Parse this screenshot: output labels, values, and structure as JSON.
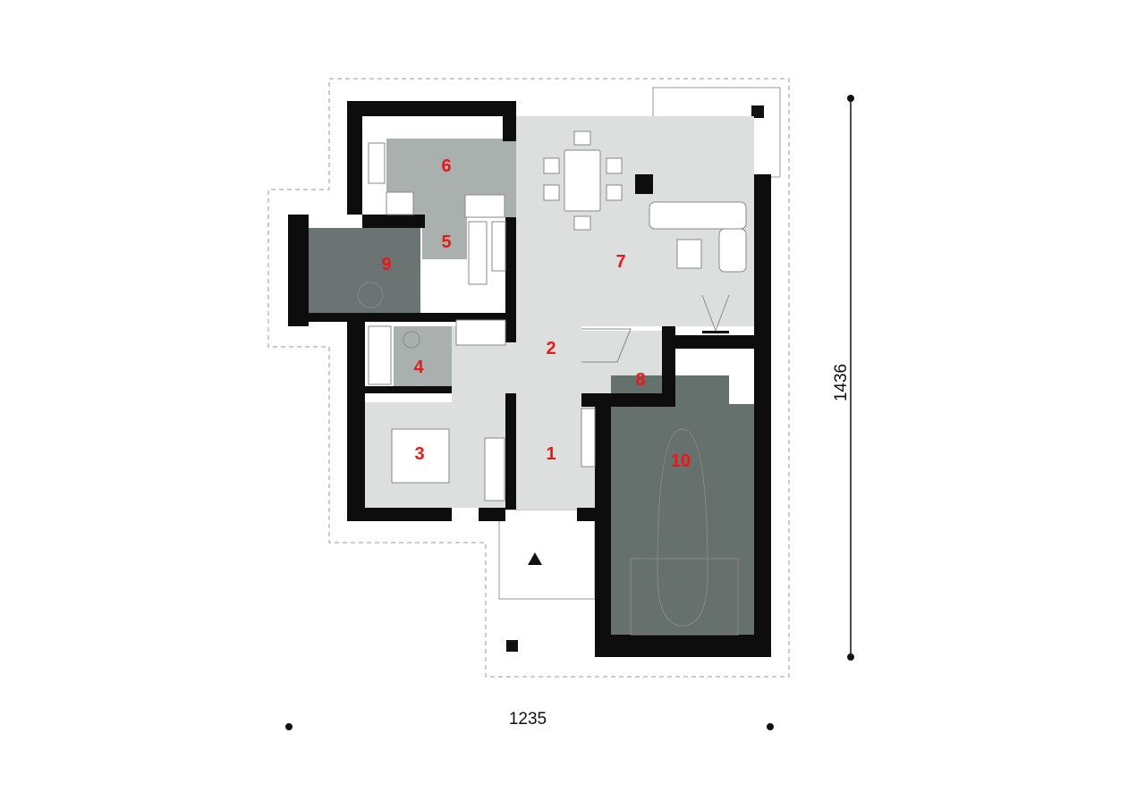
{
  "title": "Ground floor plan",
  "rooms": [
    {
      "number": "1"
    },
    {
      "number": "2"
    },
    {
      "number": "3"
    },
    {
      "number": "4"
    },
    {
      "number": "5"
    },
    {
      "number": "6"
    },
    {
      "number": "7"
    },
    {
      "number": "8"
    },
    {
      "number": "9"
    },
    {
      "number": "10"
    }
  ],
  "dimensions": {
    "width": "1235",
    "depth": "1436"
  },
  "colors": {
    "label": "#e8191a",
    "wall": "#0d0d0d",
    "light_floor": "#dcdfde",
    "mid_floor": "#a9b0ae",
    "dark_floor": "#6b7472"
  }
}
